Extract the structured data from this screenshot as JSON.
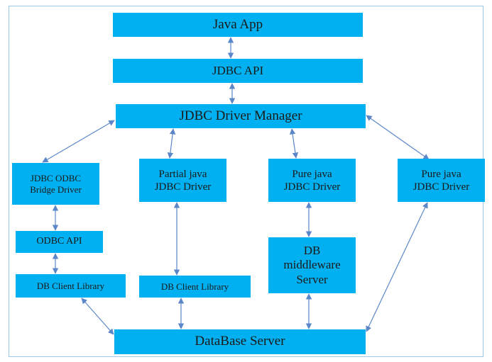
{
  "diagram": {
    "nodes": [
      {
        "id": "java-app",
        "label": "Java App"
      },
      {
        "id": "jdbc-api",
        "label": "JDBC API"
      },
      {
        "id": "jdbc-driver-manager",
        "label": "JDBC Driver Manager"
      },
      {
        "id": "jdbc-odbc-bridge-driver",
        "label": "JDBC ODBC\nBridge Driver"
      },
      {
        "id": "partial-java-jdbc-driver",
        "label": "Partial java\nJDBC Driver"
      },
      {
        "id": "pure-java-jdbc-driver-1",
        "label": "Pure java\nJDBC Driver"
      },
      {
        "id": "pure-java-jdbc-driver-2",
        "label": "Pure java\nJDBC Driver"
      },
      {
        "id": "odbc-api",
        "label": "ODBC API"
      },
      {
        "id": "db-client-library-1",
        "label": "DB Client Library"
      },
      {
        "id": "db-client-library-2",
        "label": "DB Client Library"
      },
      {
        "id": "db-middleware-server",
        "label": "DB\nmiddleware\nServer"
      },
      {
        "id": "database-server",
        "label": "DataBase Server"
      }
    ],
    "edges": [
      {
        "from": "java-app",
        "to": "jdbc-api",
        "direction": "both"
      },
      {
        "from": "jdbc-api",
        "to": "jdbc-driver-manager",
        "direction": "both"
      },
      {
        "from": "jdbc-driver-manager",
        "to": "jdbc-odbc-bridge-driver",
        "direction": "both"
      },
      {
        "from": "jdbc-driver-manager",
        "to": "partial-java-jdbc-driver",
        "direction": "both"
      },
      {
        "from": "jdbc-driver-manager",
        "to": "pure-java-jdbc-driver-1",
        "direction": "both"
      },
      {
        "from": "jdbc-driver-manager",
        "to": "pure-java-jdbc-driver-2",
        "direction": "both"
      },
      {
        "from": "jdbc-odbc-bridge-driver",
        "to": "odbc-api",
        "direction": "both"
      },
      {
        "from": "odbc-api",
        "to": "db-client-library-1",
        "direction": "both"
      },
      {
        "from": "db-client-library-1",
        "to": "database-server",
        "direction": "both"
      },
      {
        "from": "partial-java-jdbc-driver",
        "to": "db-client-library-2",
        "direction": "both"
      },
      {
        "from": "db-client-library-2",
        "to": "database-server",
        "direction": "both"
      },
      {
        "from": "pure-java-jdbc-driver-1",
        "to": "db-middleware-server",
        "direction": "both"
      },
      {
        "from": "db-middleware-server",
        "to": "database-server",
        "direction": "both"
      },
      {
        "from": "pure-java-jdbc-driver-2",
        "to": "database-server",
        "direction": "both"
      }
    ]
  },
  "colors": {
    "box_fill": "#00b0f0",
    "connector": "#5b87c8",
    "frame": "#9ec9e6"
  }
}
